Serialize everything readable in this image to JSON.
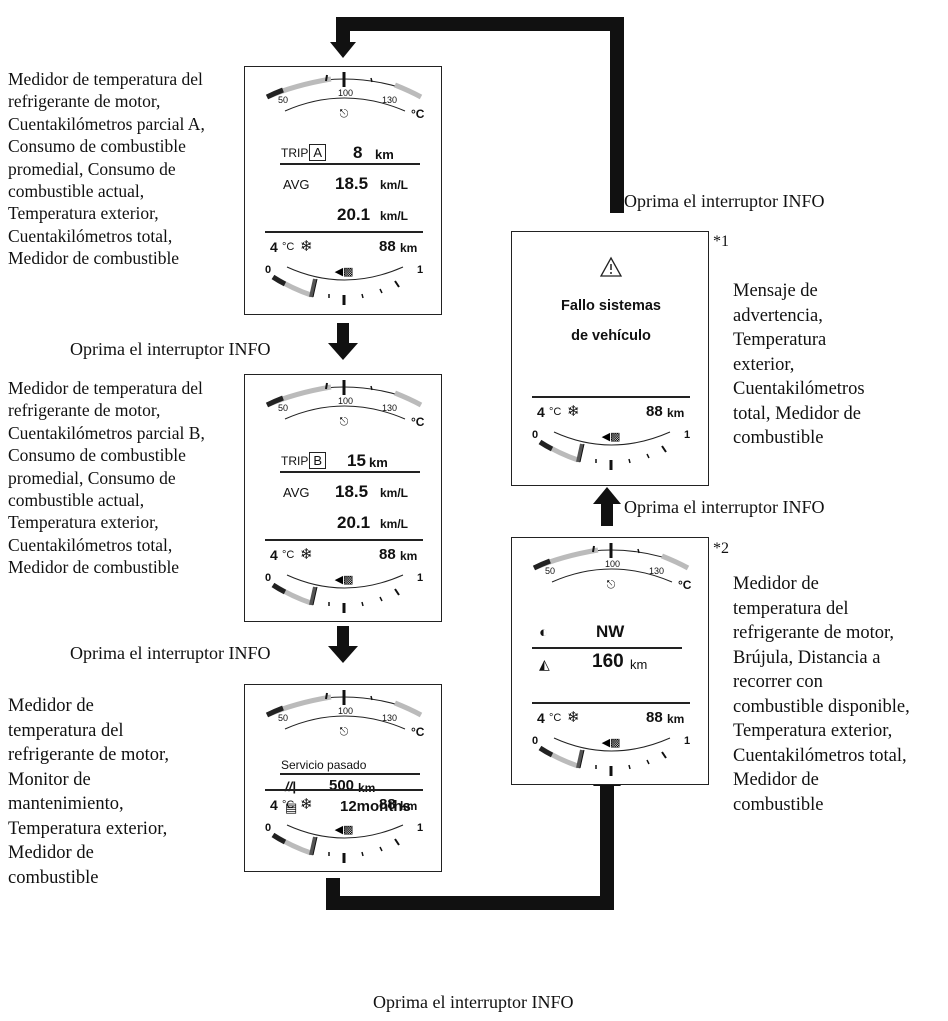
{
  "gauge_text": {
    "temp_low": "50",
    "temp_mid": "100",
    "temp_high": "130",
    "temp_unit": "°C",
    "fuel_empty": "0",
    "fuel_full": "1",
    "outside_temp": "4",
    "outside_unit": "°C",
    "odometer": "88",
    "odometer_unit": "km"
  },
  "instruction": "Oprima el interruptor INFO",
  "panel_a": {
    "caption": [
      "Medidor de temperatura del",
      "refrigerante de motor,",
      "Cuentakilómetros parcial A,",
      "Consumo de combustible",
      "promedial, Consumo de",
      "combustible actual,",
      "Temperatura exterior,",
      "Cuentakilómetros total,",
      "Medidor de combustible"
    ],
    "trip_label": "TRIP",
    "trip_letter": "A",
    "trip_value": "8",
    "trip_unit": "km",
    "avg_label": "AVG",
    "avg_value": "18.5",
    "avg_unit": "km/L",
    "current_value": "20.1",
    "current_unit": "km/L"
  },
  "panel_b": {
    "caption": [
      "Medidor de temperatura del",
      "refrigerante de motor,",
      "Cuentakilómetros parcial B,",
      "Consumo de combustible",
      "promedial, Consumo de",
      "combustible actual,",
      "Temperatura exterior,",
      "Cuentakilómetros total,",
      "Medidor de combustible"
    ],
    "trip_label": "TRIP",
    "trip_letter": "B",
    "trip_value": "15",
    "trip_unit": "km",
    "avg_label": "AVG",
    "avg_value": "18.5",
    "avg_unit": "km/L",
    "current_value": "20.1",
    "current_unit": "km/L"
  },
  "panel_c": {
    "caption": [
      "Medidor de",
      "temperatura del",
      "refrigerante de motor,",
      "Monitor de",
      "mantenimiento,",
      "Temperatura exterior,",
      "Medidor de",
      "combustible"
    ],
    "service_title": "Servicio pasado",
    "distance_value": "500",
    "distance_unit": "km",
    "months_value": "12months"
  },
  "panel_d": {
    "note": "*2",
    "caption": [
      "Medidor de",
      "temperatura del",
      "refrigerante de motor,",
      "Brújula, Distancia a",
      "recorrer con",
      "combustible disponible,",
      "Temperatura exterior,",
      "Cuentakilómetros total,",
      "Medidor de",
      "combustible"
    ],
    "compass_value": "NW",
    "range_value": "160",
    "range_unit": "km"
  },
  "panel_e": {
    "note": "*1",
    "caption": [
      "Mensaje de",
      "advertencia,",
      "Temperatura",
      "exterior,",
      "Cuentakilómetros",
      "total, Medidor de",
      "combustible"
    ],
    "warning_line1": "Fallo sistemas",
    "warning_line2": "de vehículo"
  }
}
